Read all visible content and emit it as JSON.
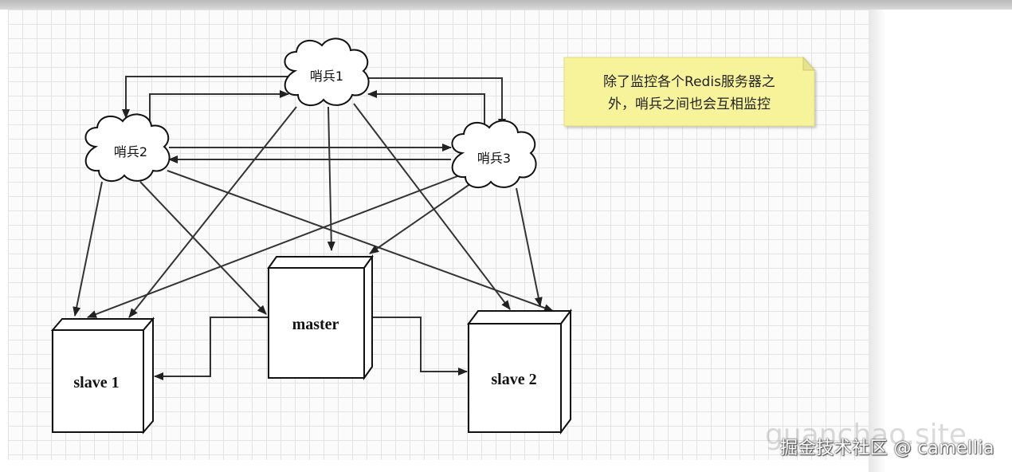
{
  "sentinels": [
    {
      "id": "s1",
      "label": "哨兵1"
    },
    {
      "id": "s2",
      "label": "哨兵2"
    },
    {
      "id": "s3",
      "label": "哨兵3"
    }
  ],
  "servers": [
    {
      "id": "master",
      "label": "master"
    },
    {
      "id": "slave1",
      "label": "slave 1"
    },
    {
      "id": "slave2",
      "label": "slave 2"
    }
  ],
  "note": {
    "line1": "除了监控各个Redis服务器之",
    "line2": "外，哨兵之间也会互相监控",
    "color": "#f7f39a"
  },
  "background_mark": "guanchao.site",
  "watermark": "掘金技术社区 @ camellia"
}
